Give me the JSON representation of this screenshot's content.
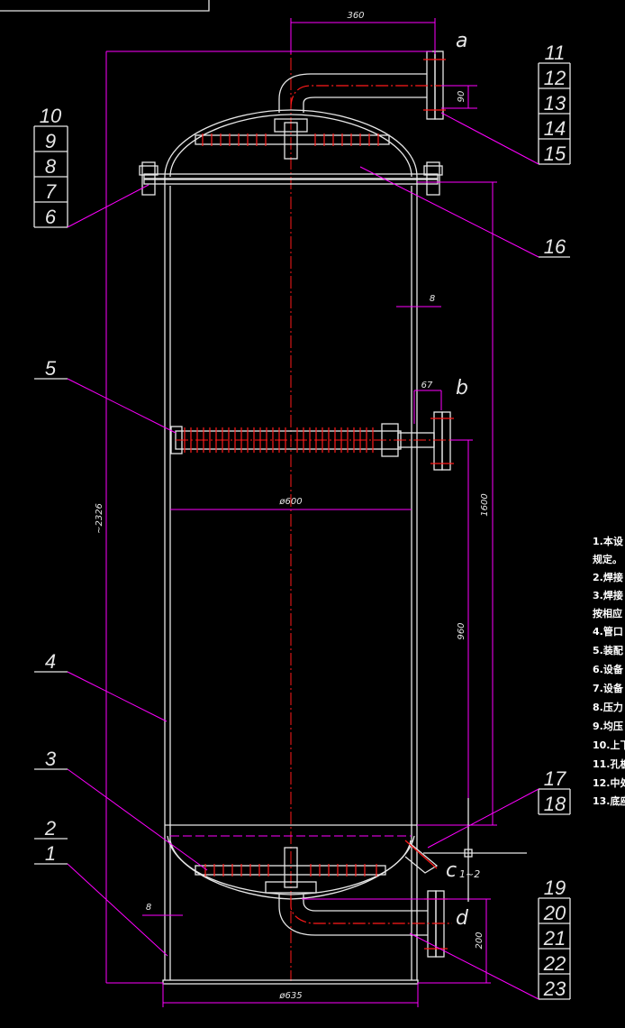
{
  "dimensions": {
    "d360": "360",
    "d90": "90",
    "d2326": "~2326",
    "d1600": "1600",
    "d960": "960",
    "d8_top": "8",
    "d67": "67",
    "d600": "ø600",
    "d8_bottom": "8",
    "d200": "200",
    "d635": "ø635"
  },
  "nozzles": {
    "a": "a",
    "b": "b",
    "c": "c",
    "c_sub": "1~2",
    "d": "d"
  },
  "left_labels": {
    "l10": "10",
    "l9": "9",
    "l8": "8",
    "l7": "7",
    "l6": "6",
    "l5": "5",
    "l4": "4",
    "l3": "3",
    "l2": "2",
    "l1": "1"
  },
  "right_labels": {
    "r11": "11",
    "r12": "12",
    "r13": "13",
    "r14": "14",
    "r15": "15",
    "r16": "16",
    "r17": "17",
    "r18": "18",
    "r19": "19",
    "r20": "20",
    "r21": "21",
    "r22": "22",
    "r23": "23"
  },
  "notes": [
    "1.本设",
    "规定。",
    "2.焊接",
    "3.焊接",
    "按相应",
    "4.管口",
    "5.装配",
    "6.设备",
    "7.设备",
    "8.压力",
    "9.均压",
    "10.上下",
    "11.孔板",
    "12.中处",
    "13.底座"
  ]
}
